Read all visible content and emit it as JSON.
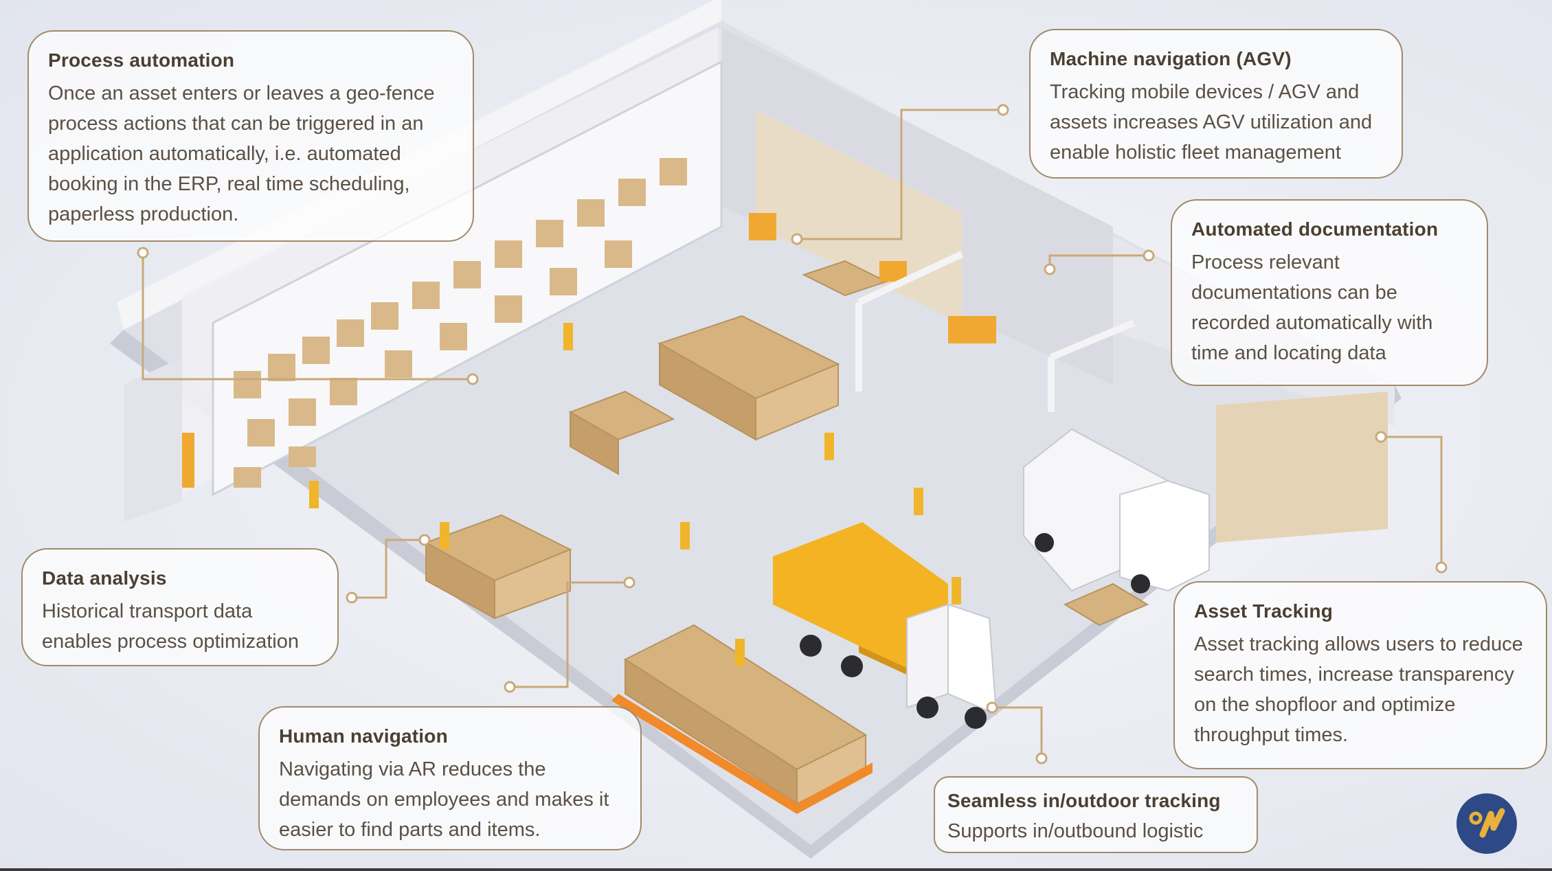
{
  "cards": {
    "process_automation": {
      "title": "Process automation",
      "body": "Once an asset enters or leaves a geo-fence process actions that can be triggered in an application automatically, i.e. automated booking in the ERP, real time scheduling, paperless production."
    },
    "machine_navigation": {
      "title": "Machine navigation (AGV)",
      "body": "Tracking mobile devices / AGV and assets increases AGV utilization and enable holistic fleet management"
    },
    "automated_documentation": {
      "title": "Automated documentation",
      "body": "Process relevant documentations can be recorded automatically with time and locating data"
    },
    "data_analysis": {
      "title": "Data analysis",
      "body": "Historical transport data enables process optimization"
    },
    "asset_tracking": {
      "title": "Asset Tracking",
      "body": "Asset tracking allows users to reduce search times, increase transparency on the shopfloor and optimize throughput times."
    },
    "human_navigation": {
      "title": "Human navigation",
      "body": "Navigating via AR reduces the demands on employees and makes it easier to find parts and items."
    },
    "seamless_tracking": {
      "title": "Seamless in/outdoor tracking",
      "body": "Supports in/outbound logistic"
    }
  },
  "colors": {
    "card_border": "#a08a6a",
    "connector": "#c9a979",
    "floor": "#dfe1e8",
    "wall": "#f4f4f6",
    "box": "#d9b98a",
    "truck_yellow": "#f3b323",
    "logo_bg": "#2d4a86",
    "logo_mark": "#e9b13a"
  },
  "icons": {
    "logo": "company-logo-icon"
  }
}
